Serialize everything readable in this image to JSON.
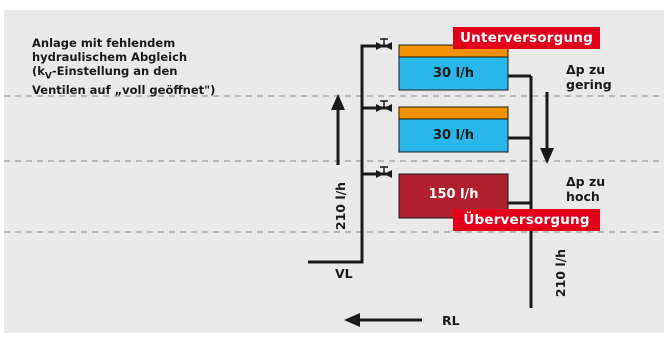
{
  "caption": {
    "line1": "Anlage mit fehlendem",
    "line2": "hydraulischem Abgleich",
    "line3_prefix": "(k",
    "line3_sub": "V",
    "line3_suffix": "-Einstellung an den",
    "line4": "Ventilen auf „voll geöffnet\")"
  },
  "radiators": [
    {
      "flow": "30 l/h"
    },
    {
      "flow": "30 l/h"
    },
    {
      "flow": "150 l/h"
    }
  ],
  "banners": {
    "under": "Unterversorgung",
    "over": "Überversorgung"
  },
  "notes": {
    "dp_low_line1": "Δp zu",
    "dp_low_line2": "gering",
    "dp_high_line1": "Δp zu",
    "dp_high_line2": "hoch"
  },
  "labels": {
    "supply": "VL",
    "return": "RL",
    "supply_flow": "210 l/h",
    "return_flow": "210 l/h"
  },
  "colors": {
    "background": "#e9e9e9",
    "radiator_blue": "#29b6e9",
    "radiator_orange": "#f39200",
    "radiator_red": "#b0202e",
    "banner_red": "#e2001a",
    "pipe": "#1a1a1a",
    "dash": "#a9a9a9"
  }
}
